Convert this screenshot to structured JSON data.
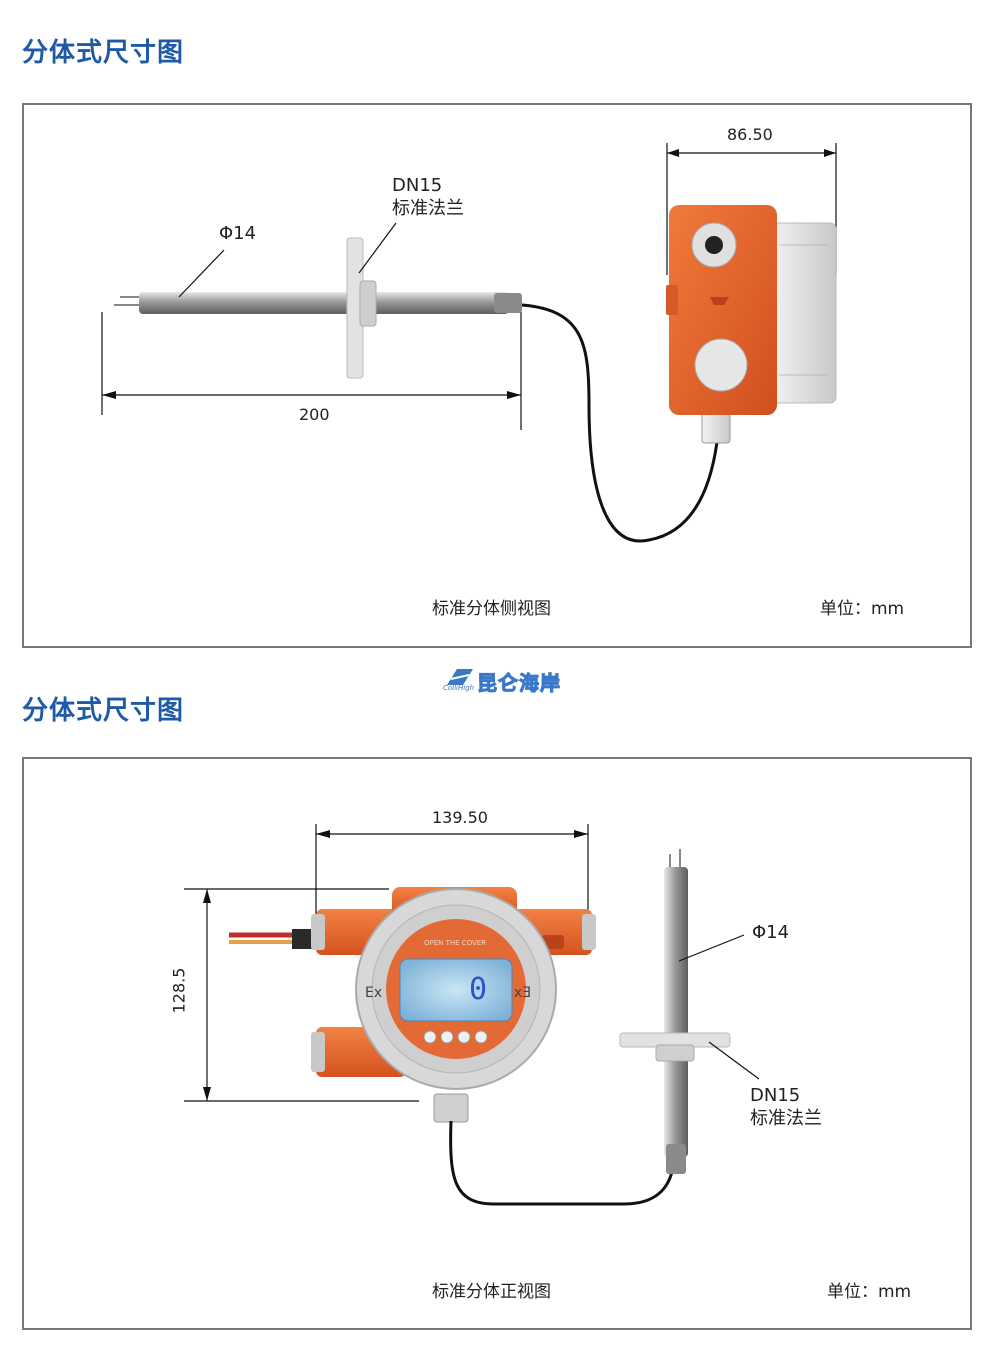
{
  "section1": {
    "title": "分体式尺寸图",
    "dims": {
      "width_top": "86.50",
      "length": "200"
    },
    "labels": {
      "diameter": "Φ14",
      "flange_line1": "DN15",
      "flange_line2": "标准法兰"
    },
    "caption": "标准分体侧视图",
    "unit": "单位：mm"
  },
  "logo": {
    "text": "昆仑海岸",
    "sub": "ColliHigh"
  },
  "section2": {
    "title": "分体式尺寸图",
    "dims": {
      "width_top": "139.50",
      "height": "128.5"
    },
    "labels": {
      "diameter": "Φ14",
      "flange_line1": "DN15",
      "flange_line2": "标准法兰"
    },
    "device": {
      "display_value": "0",
      "ex_left": "Ex",
      "ex_right": "Ex",
      "window_text": "OPEN THE COVER"
    },
    "caption": "标准分体正视图",
    "unit": "单位：mm"
  },
  "colors": {
    "title": "#1e5aa8",
    "housing": "#e8622e",
    "border": "#777777"
  }
}
